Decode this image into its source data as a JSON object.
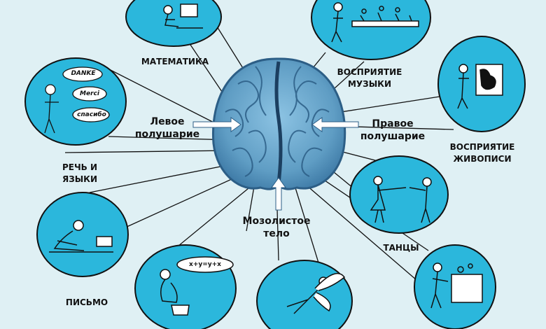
{
  "labels": {
    "left_hemisphere": "Левое\nполушарие",
    "right_hemisphere": "Правое\nполушарие",
    "corpus_callosum": "Мозолистое\nтело",
    "math": "МАТЕМАТИКА",
    "music": "ВОСПРИЯТИЕ\nМУЗЫКИ",
    "painting": "ВОСПРИЯТИЕ\nЖИВОПИСИ",
    "speech": "РЕЧЬ И\nЯЗЫКИ",
    "dance": "ТАНЦЫ",
    "writing": "ПИСЬМО"
  },
  "bubbles": {
    "speech_words": [
      "DANKE",
      "Merci",
      "спасибо"
    ],
    "formula": "x+y=y+x"
  },
  "colors": {
    "background": "#dff0f4",
    "circle_fill": "#2bb7dc",
    "brain_fill": "#5f9dc4",
    "brain_dark": "#2c5e86",
    "outline": "#0d0d0d"
  }
}
